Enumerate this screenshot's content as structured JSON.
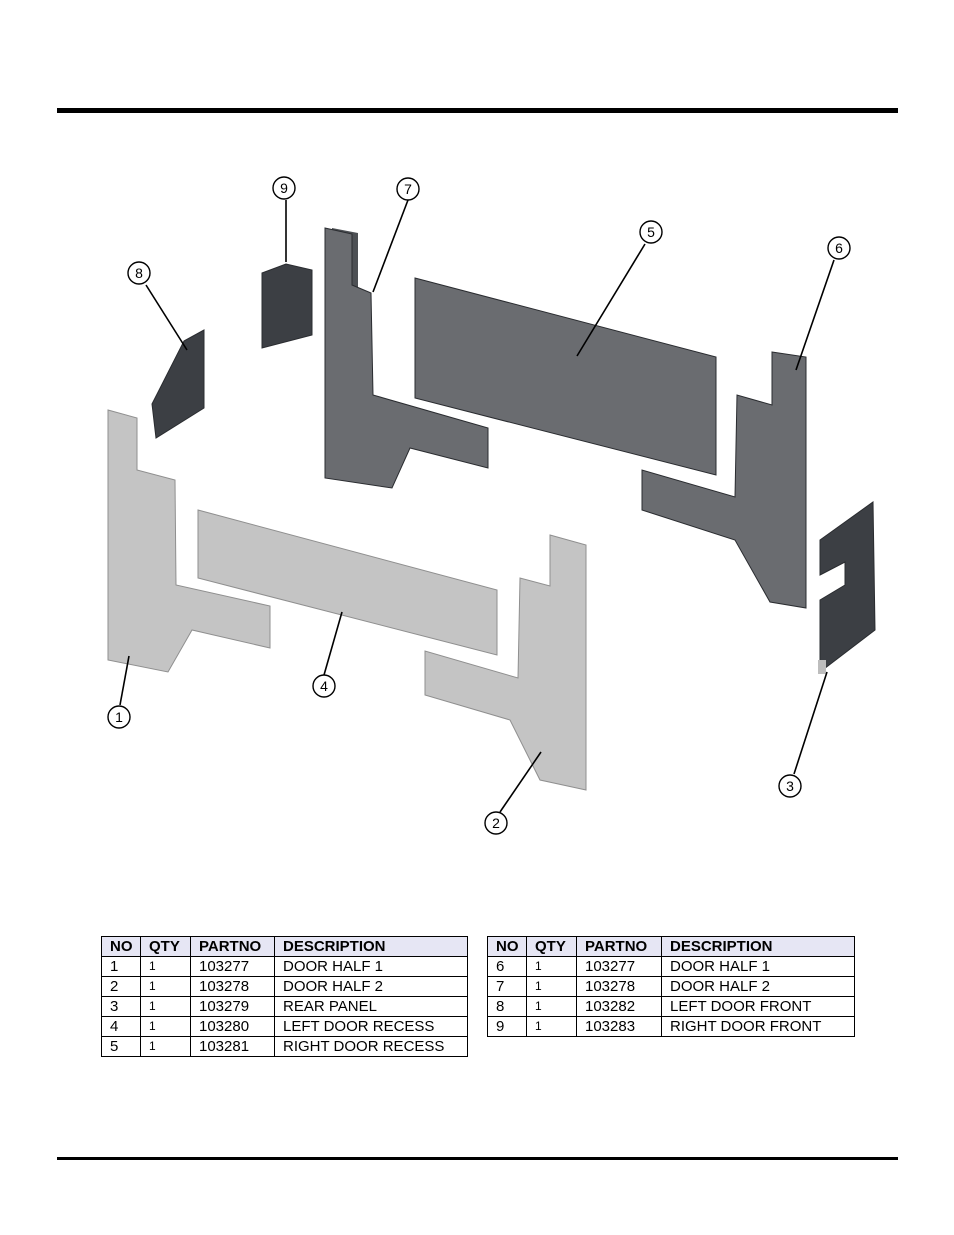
{
  "callouts": [
    "1",
    "2",
    "3",
    "4",
    "5",
    "6",
    "7",
    "8",
    "9"
  ],
  "colors": {
    "light_part": "#c4c4c4",
    "light_edge": "#8f8f8f",
    "dark_part": "#6a6c70",
    "darker_part": "#3c3f44",
    "dark_edge": "#2a2c30",
    "table_header": "#e6e6f4"
  },
  "table_left": {
    "headers": [
      "NO",
      "QTY",
      "PARTNO",
      "DESCRIPTION"
    ],
    "rows": [
      [
        "1",
        "1",
        "103277",
        "DOOR HALF 1"
      ],
      [
        "2",
        "1",
        "103278",
        "DOOR HALF 2"
      ],
      [
        "3",
        "1",
        "103279",
        "REAR PANEL"
      ],
      [
        "4",
        "1",
        "103280",
        "LEFT DOOR RECESS"
      ],
      [
        "5",
        "1",
        "103281",
        "RIGHT DOOR RECESS"
      ]
    ]
  },
  "table_right": {
    "headers": [
      "NO",
      "QTY",
      "PARTNO",
      "DESCRIPTION"
    ],
    "rows": [
      [
        "6",
        "1",
        "103277",
        "DOOR HALF 1"
      ],
      [
        "7",
        "1",
        "103278",
        "DOOR HALF 2"
      ],
      [
        "8",
        "1",
        "103282",
        "LEFT DOOR FRONT"
      ],
      [
        "9",
        "1",
        "103283",
        "RIGHT DOOR FRONT"
      ]
    ]
  }
}
